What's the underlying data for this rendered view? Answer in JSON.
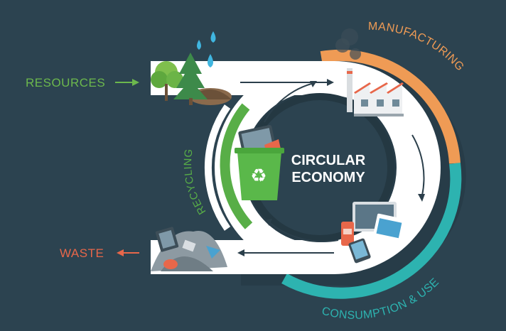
{
  "title": {
    "line1": "CIRCULAR",
    "line2": "ECONOMY"
  },
  "stages": {
    "resources": "RESOURCES",
    "manufacturing": "MANUFACTURING",
    "consumption": "CONSUMPTION & USE",
    "recycling": "RECYCLING",
    "waste": "WASTE"
  },
  "colors": {
    "background": "#2c4350",
    "resources": "#6cb84d",
    "manufacturing": "#ef9b55",
    "consumption": "#2db3b0",
    "recycling": "#58ae47",
    "waste": "#e8674a",
    "band": "#ffffff",
    "arrows": "#2b3f4b"
  },
  "icons": {
    "resources": "trees-and-water-drops-icon",
    "manufacturing": "factory-icon",
    "consumption": "devices-and-products-icon",
    "recycling": "recycle-bin-icon",
    "waste": "garbage-pile-icon"
  }
}
